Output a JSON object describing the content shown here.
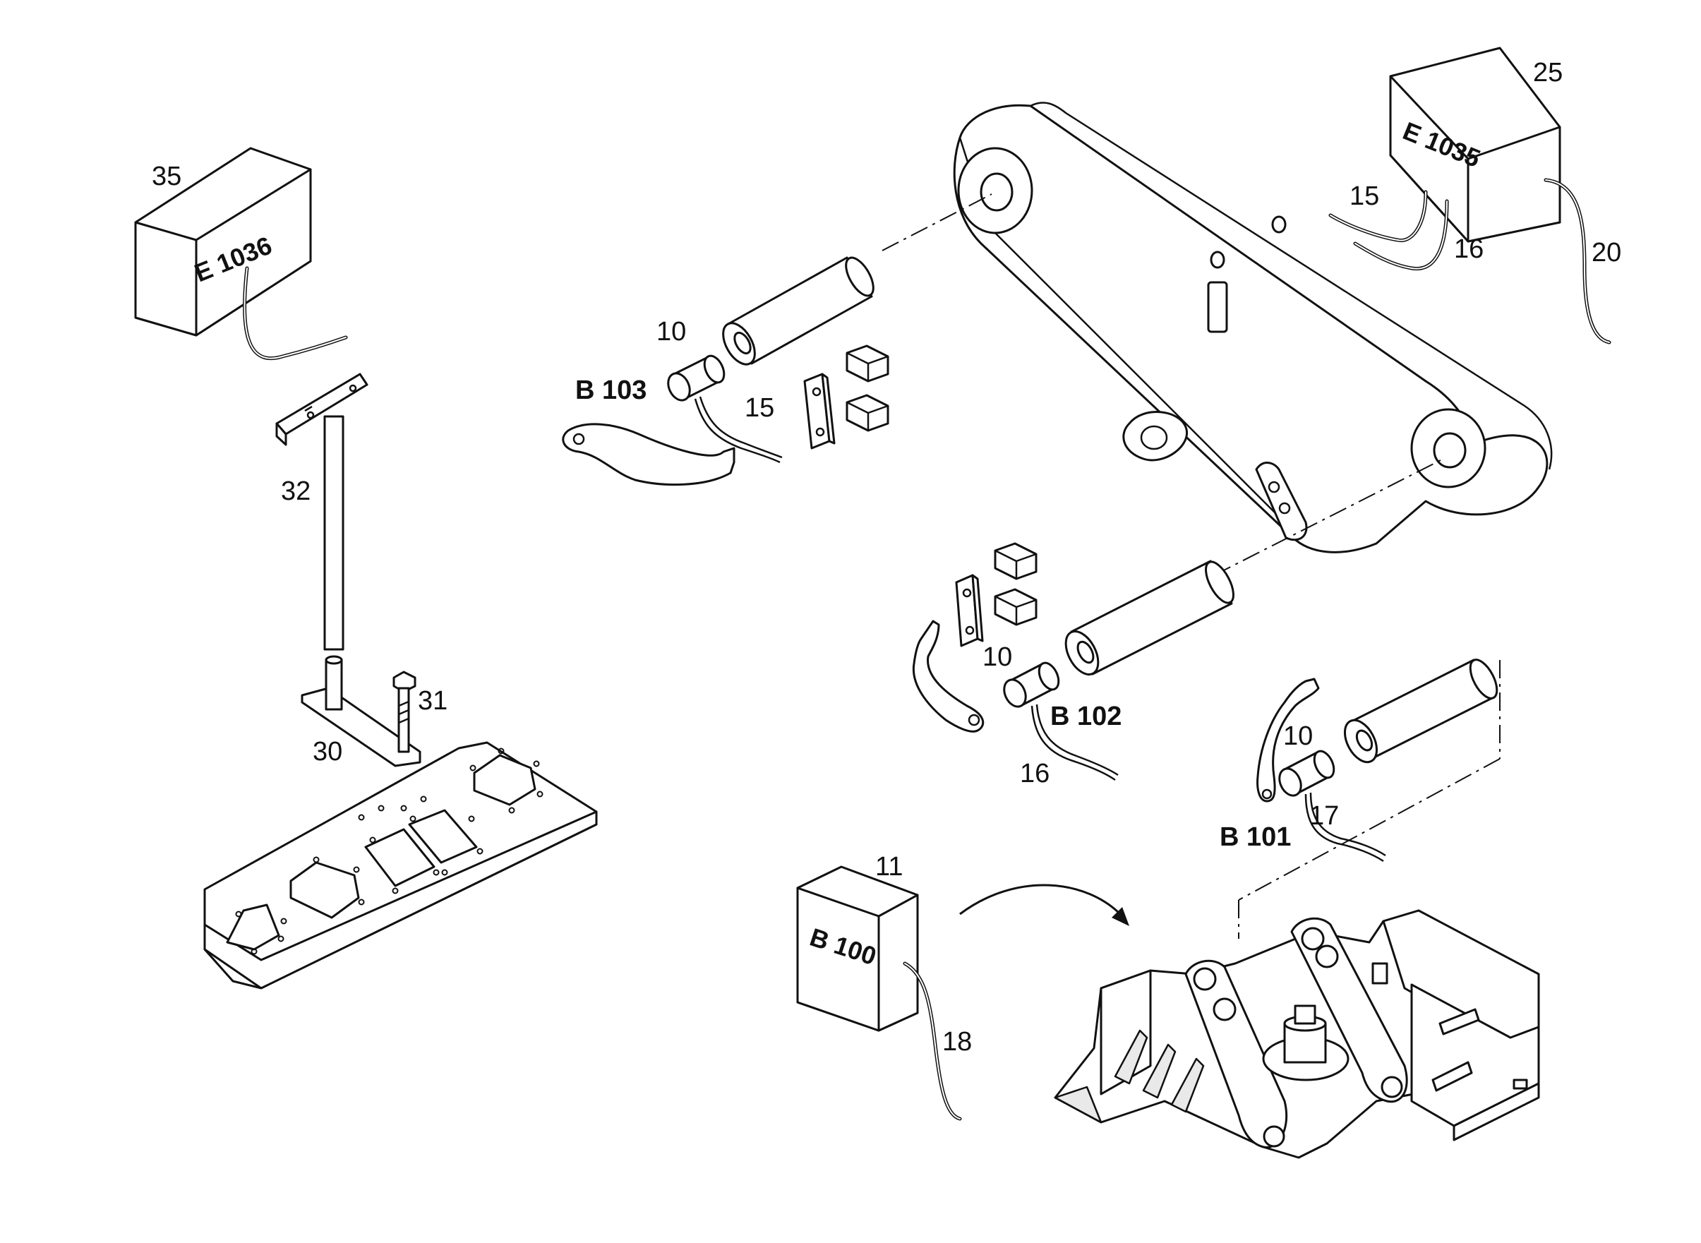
{
  "callouts": {
    "c35": "35",
    "c32": "32",
    "c31": "31",
    "c30": "30",
    "c25": "25",
    "c15a": "15",
    "c16a": "16",
    "c20": "20",
    "c10a": "10",
    "c15b": "15",
    "c10b": "10",
    "c16b": "16",
    "c10c": "10",
    "c17": "17",
    "c11": "11",
    "c18": "18"
  },
  "sensors": {
    "b103": "B 103",
    "b102": "B 102",
    "b101": "B 101"
  },
  "boxes": {
    "e1036": "E 1036",
    "e1035": "E 1035",
    "b100": "B 100"
  }
}
